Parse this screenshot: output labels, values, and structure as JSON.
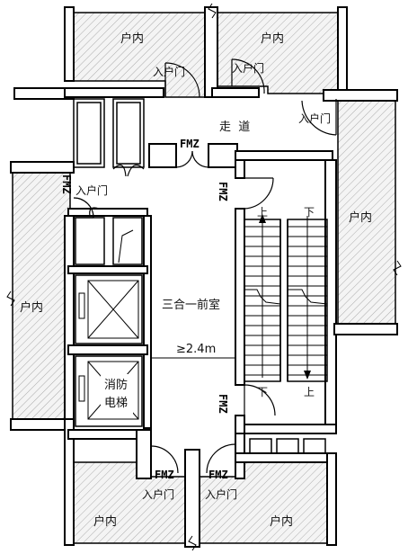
{
  "rooms": {
    "unit_top_left": "户内",
    "unit_top_right": "户内",
    "unit_right": "户内",
    "unit_left": "户内",
    "unit_bottom_left": "户内",
    "unit_bottom_right": "户内",
    "corridor": "走  道",
    "lobby": "三合一前室",
    "fire_elevator": [
      "消防",
      "电梯"
    ]
  },
  "doors": {
    "entry_top_left": "入户门",
    "entry_top_right": "入户门",
    "entry_corridor_right": "入户门",
    "entry_left": "入户门",
    "entry_bottom_left": "入户门",
    "entry_bottom_right": "入户门",
    "fm_top": "FMZ",
    "fm_left": "FMZ",
    "fm_stair_top": "FMZ",
    "fm_stair_bottom": "FMZ",
    "fm_bottom_left": "FMZ",
    "fm_bottom_right": "FMZ"
  },
  "stair": {
    "up_left": "上",
    "down_right": "下",
    "down_left": "下",
    "up_right": "上"
  },
  "dimension": "≥2.4m"
}
